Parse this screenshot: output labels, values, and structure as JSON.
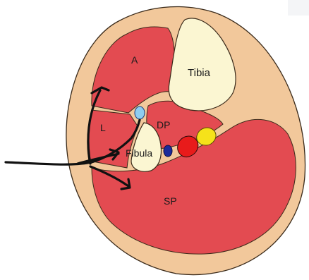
{
  "labels": {
    "anterior": "A",
    "tibia": "Tibia",
    "lateral": "L",
    "deep_posterior": "DP",
    "fibula": "Fibula",
    "superficial_posterior": "SP"
  },
  "colors": {
    "skin": "#f2c89b",
    "muscle": "#e34b51",
    "bone": "#fbf6d2",
    "septum": "#efc289",
    "artery": "#e81b1b",
    "vein": "#1c2a9a",
    "nerve": "#f5e21a",
    "small_vessel": "#8ecdf0",
    "arrow": "#111111"
  }
}
